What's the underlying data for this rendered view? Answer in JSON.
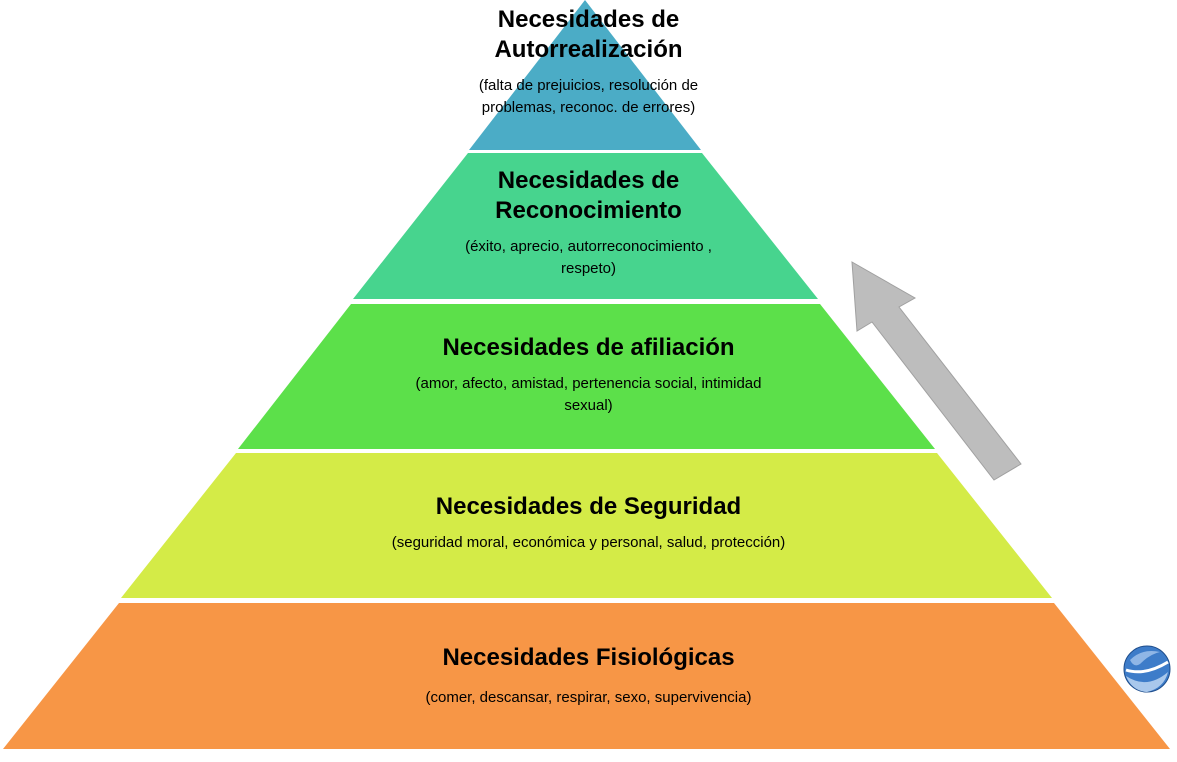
{
  "pyramid": {
    "levels": [
      {
        "title": "Necesidades de Autorrealización",
        "description": "(falta de prejuicios, resolución de problemas, reconoc. de errores)",
        "color": "#4BACC6"
      },
      {
        "title": "Necesidades de Reconocimiento",
        "description": "(éxito, aprecio, autorreconocimiento , respeto)",
        "color": "#47D48E"
      },
      {
        "title": "Necesidades de afiliación",
        "description": "(amor, afecto, amistad, pertenencia social, intimidad sexual)",
        "color": "#5CE04A"
      },
      {
        "title": "Necesidades de Seguridad",
        "description": "(seguridad moral, económica y personal, salud, protección)",
        "color": "#D4EB47"
      },
      {
        "title": "Necesidades Fisiológicas",
        "description": "(comer, descansar, respirar, sexo, supervivencia)",
        "color": "#F79646"
      }
    ]
  },
  "arrow": {
    "color": "#BDBDBD",
    "icon": "up-arrow-icon"
  },
  "logo": {
    "icon": "globe-logo-icon",
    "color": "#1F5AA6"
  }
}
